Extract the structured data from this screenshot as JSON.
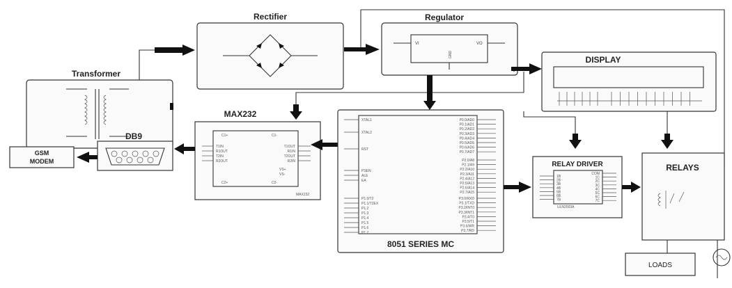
{
  "blocks": {
    "transformer": "Transformer",
    "rectifier": "Rectifier",
    "regulator": "Regulator",
    "display": "DISPLAY",
    "max232": "MAX232",
    "db9": "DB9",
    "gsm_modem": [
      "GSM",
      "MODEM"
    ],
    "mcu": "8051 SERIES MC",
    "relay_driver": "RELAY DRIVER",
    "relays": "RELAYS",
    "loads": "LOADS"
  },
  "regulator_pins": {
    "vi": "VI",
    "vo": "VO",
    "gnd": "GND"
  },
  "max232_pins": {
    "left": [
      "T1IN",
      "R1OUT",
      "T2IN",
      "R2OUT"
    ],
    "right": [
      "T1OUT",
      "R1IN",
      "T2OUT",
      "R2IN"
    ],
    "top": [
      "C1+",
      "C1-"
    ],
    "bottom": [
      "C2+",
      "C2-"
    ],
    "supply": [
      "VS+",
      "VS-"
    ],
    "part": "MAX232"
  },
  "mcu_pins": {
    "left": [
      "XTAL1",
      "XTAL2",
      "RST",
      "PSEN",
      "ALE",
      "EA",
      "P1.0/T2",
      "P1.1/T2EX",
      "P1.2",
      "P1.3",
      "P1.4",
      "P1.5",
      "P1.6",
      "P1.7"
    ],
    "right": [
      "P0.0/AD0",
      "P0.1/AD1",
      "P0.2/AD2",
      "P0.3/AD3",
      "P0.4/AD4",
      "P0.5/AD5",
      "P0.6/AD6",
      "P0.7/AD7",
      "P2.0/A8",
      "P2.1/A9",
      "P2.2/A10",
      "P2.3/A11",
      "P2.4/A12",
      "P2.5/A13",
      "P2.6/A14",
      "P2.7/A15",
      "P3.0/RXD",
      "P3.1/TXD",
      "P3.2/INT0",
      "P3.3/INT1",
      "P3.4/T0",
      "P3.5/T1",
      "P3.6/WR",
      "P3.7/RD"
    ]
  },
  "relay_driver_pins": {
    "left": [
      "1B",
      "2B",
      "3B",
      "4B",
      "5B",
      "6B",
      "7B"
    ],
    "right": [
      "COM",
      "1C",
      "2C",
      "3C",
      "4C",
      "5C",
      "6C",
      "7C"
    ],
    "part": "ULN2003A"
  }
}
